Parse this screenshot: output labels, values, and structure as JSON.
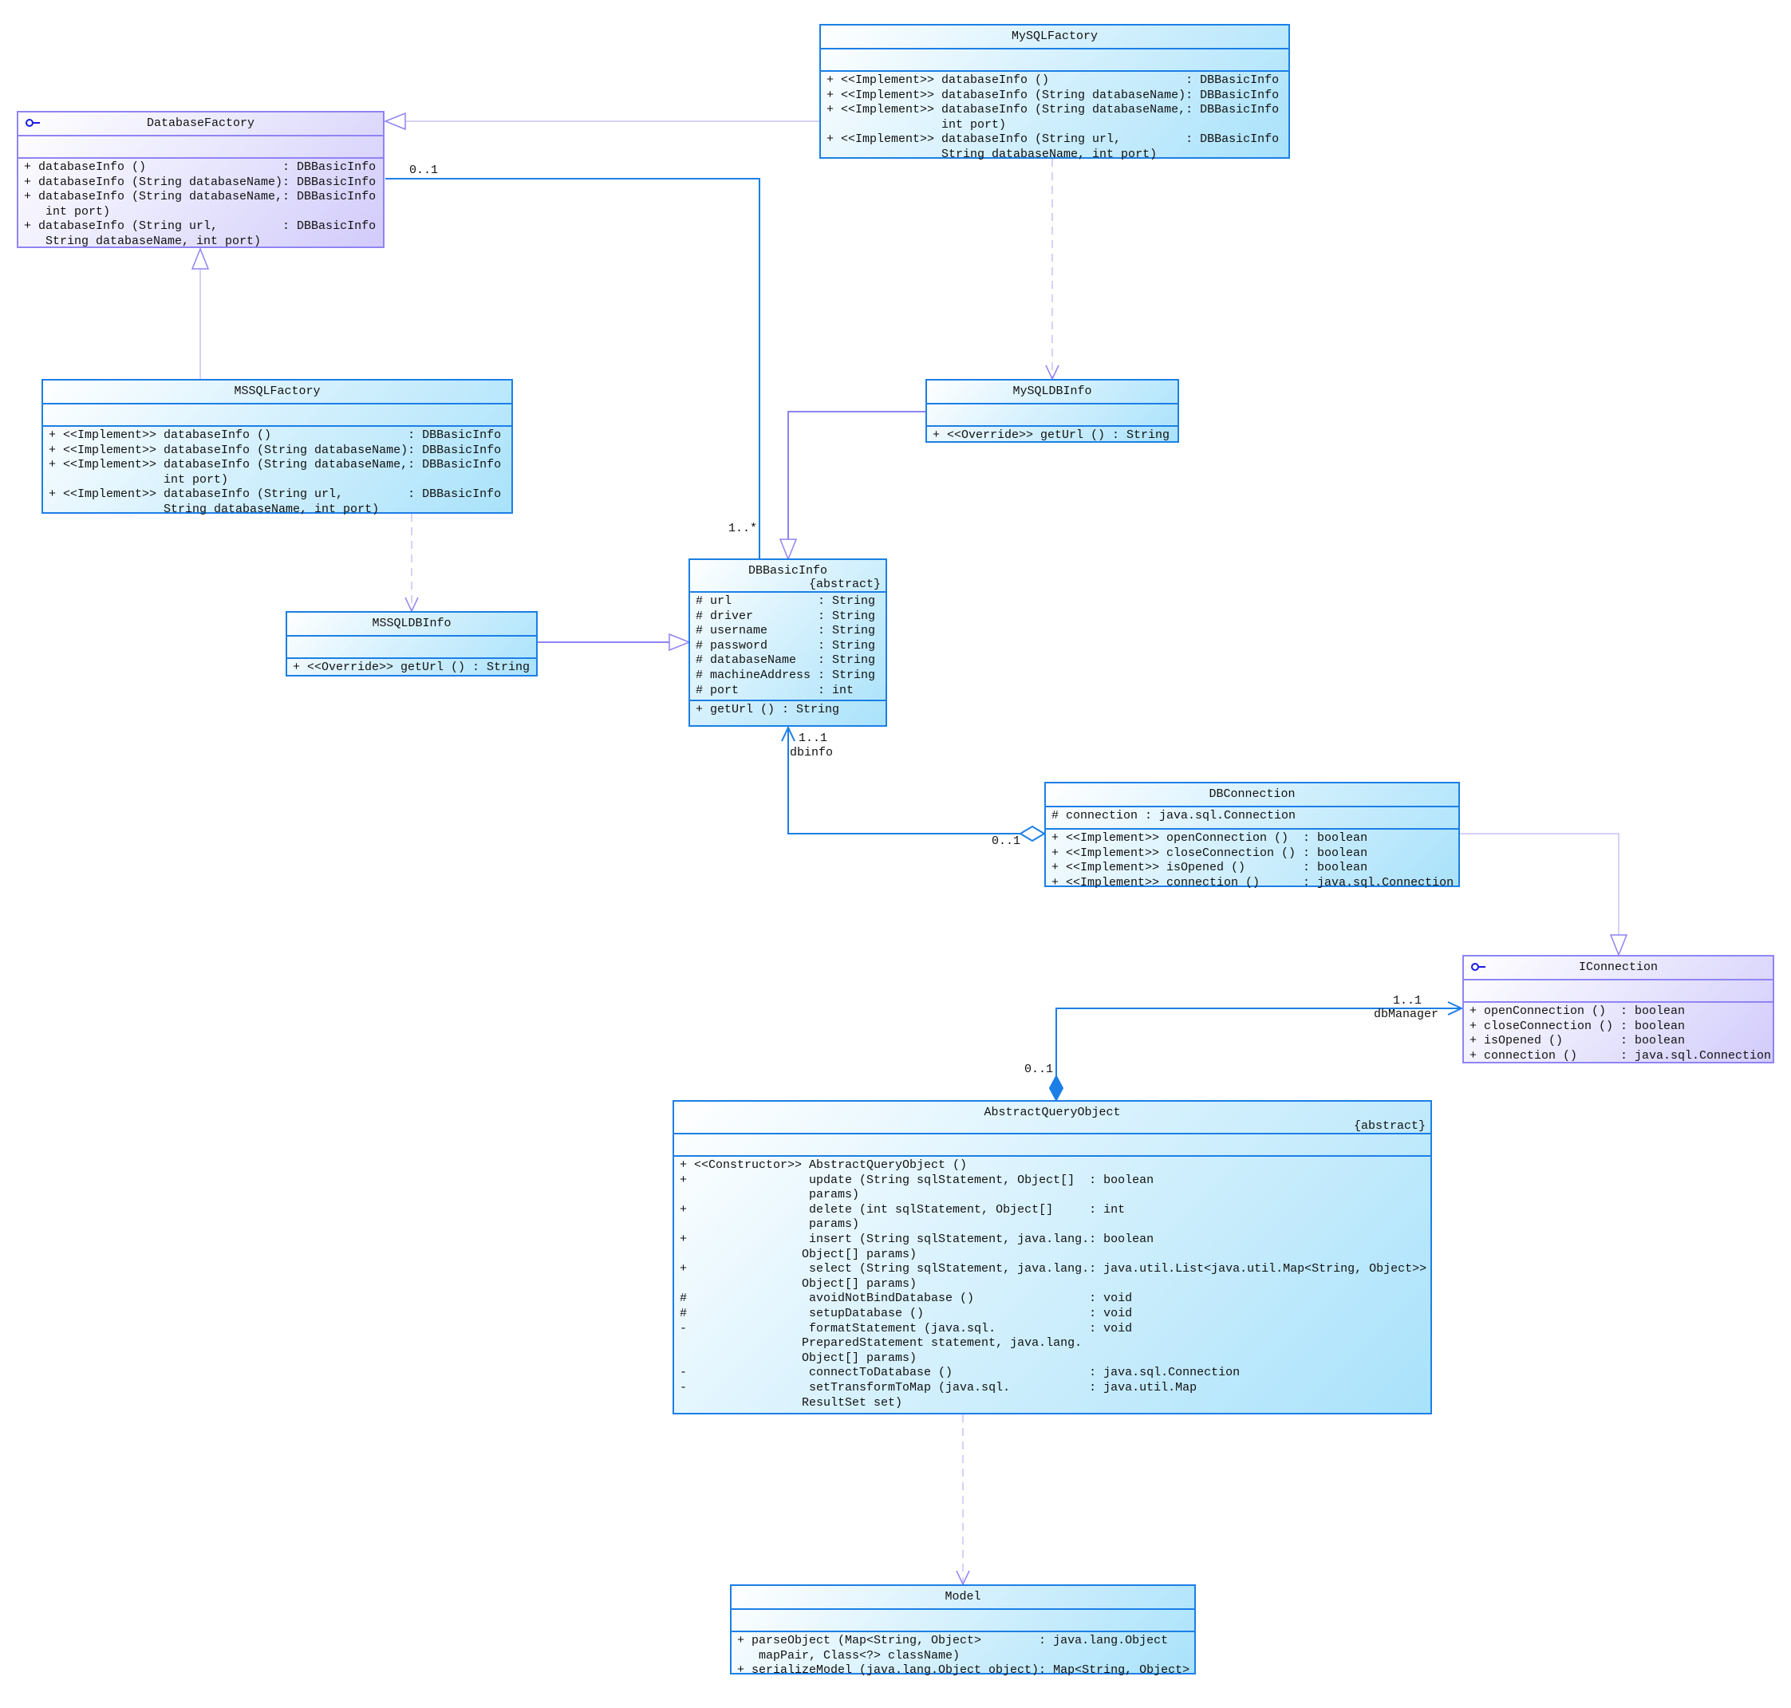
{
  "classes": {
    "databaseFactory": {
      "name": "DatabaseFactory",
      "kind": "interface",
      "icon": "interface-lollipop-icon",
      "attributes": [],
      "operations": [
        "+ databaseInfo ()                   : DBBasicInfo",
        "+ databaseInfo (String databaseName): DBBasicInfo",
        "+ databaseInfo (String databaseName,: DBBasicInfo\n   int port)",
        "+ databaseInfo (String url,         : DBBasicInfo\n   String databaseName, int port)"
      ]
    },
    "mysqlFactory": {
      "name": "MySQLFactory",
      "kind": "class",
      "attributes": [],
      "operations": [
        "+ <<Implement>> databaseInfo ()                   : DBBasicInfo",
        "+ <<Implement>> databaseInfo (String databaseName): DBBasicInfo",
        "+ <<Implement>> databaseInfo (String databaseName,: DBBasicInfo\n                int port)",
        "+ <<Implement>> databaseInfo (String url,         : DBBasicInfo\n                String databaseName, int port)"
      ]
    },
    "mssqlFactory": {
      "name": "MSSQLFactory",
      "kind": "class",
      "attributes": [],
      "operations": [
        "+ <<Implement>> databaseInfo ()                   : DBBasicInfo",
        "+ <<Implement>> databaseInfo (String databaseName): DBBasicInfo",
        "+ <<Implement>> databaseInfo (String databaseName,: DBBasicInfo\n                int port)",
        "+ <<Implement>> databaseInfo (String url,         : DBBasicInfo\n                String databaseName, int port)"
      ]
    },
    "mysqlDbInfo": {
      "name": "MySQLDBInfo",
      "kind": "class",
      "attributes": [],
      "operations": [
        "+ <<Override>> getUrl () : String"
      ]
    },
    "mssqlDbInfo": {
      "name": "MSSQLDBInfo",
      "kind": "class",
      "attributes": [],
      "operations": [
        "+ <<Override>> getUrl () : String"
      ]
    },
    "dbBasicInfo": {
      "name": "DBBasicInfo",
      "kind": "class",
      "modifier": "{abstract}",
      "attributes": [
        "# url            : String",
        "# driver         : String",
        "# username       : String",
        "# password       : String",
        "# databaseName   : String",
        "# machineAddress : String",
        "# port           : int"
      ],
      "operations": [
        "+ getUrl () : String"
      ]
    },
    "dbConnection": {
      "name": "DBConnection",
      "kind": "class",
      "attributes": [
        "# connection : java.sql.Connection"
      ],
      "operations": [
        "+ <<Implement>> openConnection ()  : boolean",
        "+ <<Implement>> closeConnection () : boolean",
        "+ <<Implement>> isOpened ()        : boolean",
        "+ <<Implement>> connection ()      : java.sql.Connection"
      ]
    },
    "iConnection": {
      "name": "IConnection",
      "kind": "interface",
      "icon": "interface-lollipop-icon",
      "attributes": [],
      "operations": [
        "+ openConnection ()  : boolean",
        "+ closeConnection () : boolean",
        "+ isOpened ()        : boolean",
        "+ connection ()      : java.sql.Connection"
      ]
    },
    "abstractQueryObject": {
      "name": "AbstractQueryObject",
      "kind": "class",
      "modifier": "{abstract}",
      "attributes": [],
      "operations": [
        "+ <<Constructor>> AbstractQueryObject ()",
        "+                 update (String sqlStatement, Object[]  : boolean\n                  params)",
        "+                 delete (int sqlStatement, Object[]     : int\n                  params)",
        "+                 insert (String sqlStatement, java.lang.: boolean\n                 Object[] params)",
        "+                 select (String sqlStatement, java.lang.: java.util.List<java.util.Map<String, Object>>\n                 Object[] params)",
        "#                 avoidNotBindDatabase ()                : void",
        "#                 setupDatabase ()                       : void",
        "-                 formatStatement (java.sql.             : void\n                 PreparedStatement statement, java.lang.\n                 Object[] params)",
        "-                 connectToDatabase ()                   : java.sql.Connection",
        "-                 setTransformToMap (java.sql.           : java.util.Map\n                 ResultSet set)"
      ]
    },
    "model": {
      "name": "Model",
      "kind": "class",
      "attributes": [],
      "operations": [
        "+ parseObject (Map<String, Object>        : java.lang.Object\n   mapPair, Class<?> className)",
        "+ serializeModel (java.lang.Object object): Map<String, Object>"
      ]
    }
  },
  "relations": {
    "factory_basicinfo_source_mult": "0..1",
    "factory_basicinfo_target_mult": "1..*",
    "dbinfo_target_mult": "1..1",
    "dbinfo_role": "dbinfo",
    "dbinfo_source_mult": "0..1",
    "dbmanager_target_mult": "1..1",
    "dbmanager_role": "dbManager",
    "dbmanager_source_mult": "0..1"
  },
  "colors": {
    "class_border": "#1b7fe6",
    "interface_border": "#8f84f5",
    "association": "#1b7fe6",
    "realization": "#c9c2fb",
    "dependency": "#c9c2fb"
  }
}
